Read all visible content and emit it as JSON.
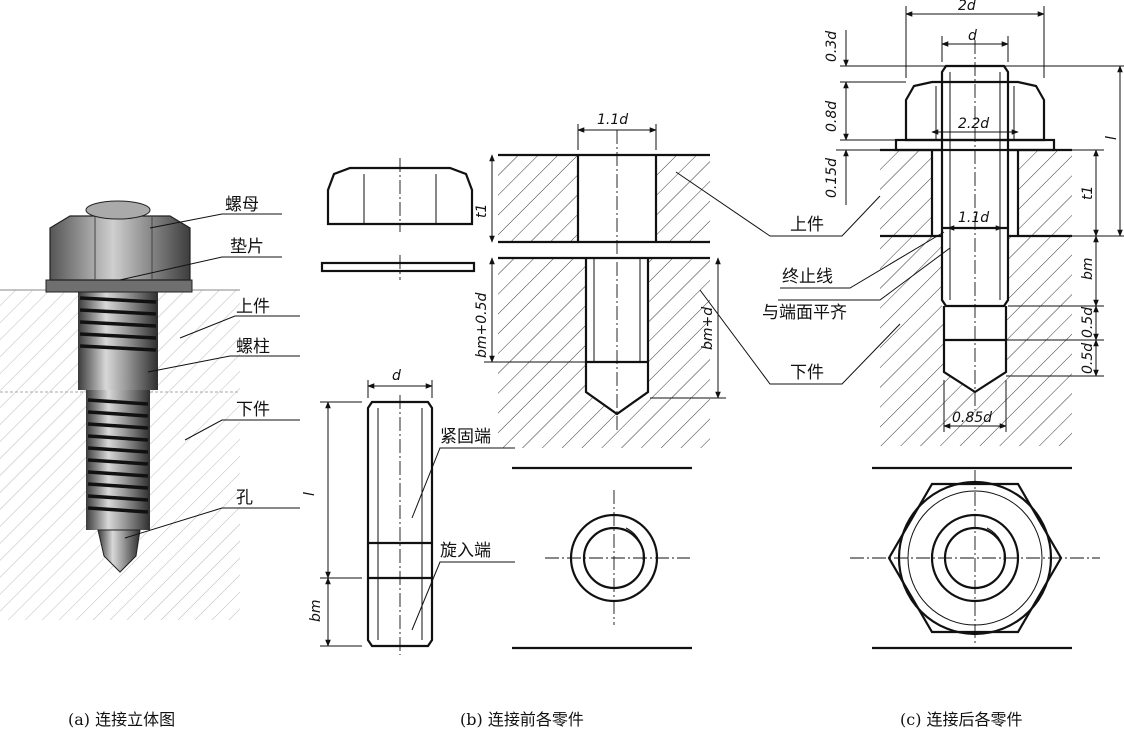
{
  "panel_a": {
    "callouts": [
      "螺母",
      "垫片",
      "上件",
      "螺柱",
      "下件",
      "孔"
    ],
    "caption": "(a) 连接立体图"
  },
  "panel_b": {
    "dims": {
      "hole_width": "1.1d",
      "t1": "t1",
      "bm_plus_half_d": "bm+0.5d",
      "bm_plus_d": "bm+d",
      "stud_dia": "d",
      "length": "l",
      "bm": "bm"
    },
    "callouts": {
      "clamp_end": "紧固端",
      "screw_end": "旋入端"
    },
    "caption": "(b) 连接前各零件"
  },
  "panel_c": {
    "dims": {
      "washer_dia": "2d",
      "stud_dia": "d",
      "t_03d": "0.3d",
      "t_08d": "0.8d",
      "t_015d": "0.15d",
      "nut_across": "2.2d",
      "hole_dia": "1.1d",
      "length": "l",
      "t1": "t1",
      "bm": "bm",
      "half_d_1": "0.5d",
      "half_d_2": "0.5d",
      "drill_dia": "0.85d"
    },
    "callouts": {
      "upper_part": "上件",
      "stop_line_1": "终止线",
      "stop_line_2": "与端面平齐",
      "lower_part": "下件"
    },
    "caption": "(c) 连接后各零件"
  }
}
